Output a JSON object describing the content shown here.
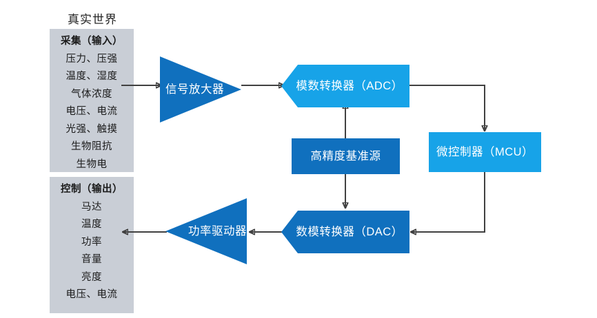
{
  "diagram": {
    "title": "真实世界",
    "colors": {
      "panel_gray": "#c9ced6",
      "dark_blue": "#1070be",
      "light_blue": "#17a3e8",
      "wire": "#404040",
      "node_text": "#ffffff",
      "panel_text": "#1b1b1b"
    },
    "panels": [
      {
        "name": "input",
        "header": "采集（输入）",
        "items": [
          "压力、压强",
          "温度、湿度",
          "气体浓度",
          "电压、电流",
          "光强、触摸",
          "生物阻抗",
          "生物电"
        ]
      },
      {
        "name": "output",
        "header": "控制（输出）",
        "items": [
          "马达",
          "温度",
          "功率",
          "音量",
          "亮度",
          "电压、电流"
        ]
      }
    ],
    "nodes": {
      "amplifier": "信号放大器",
      "adc": "模数转换器（ADC）",
      "reference": "高精度基准源",
      "mcu": "微控制器（MCU）",
      "dac": "数模转换器（DAC）",
      "driver": "功率驱动器"
    }
  }
}
